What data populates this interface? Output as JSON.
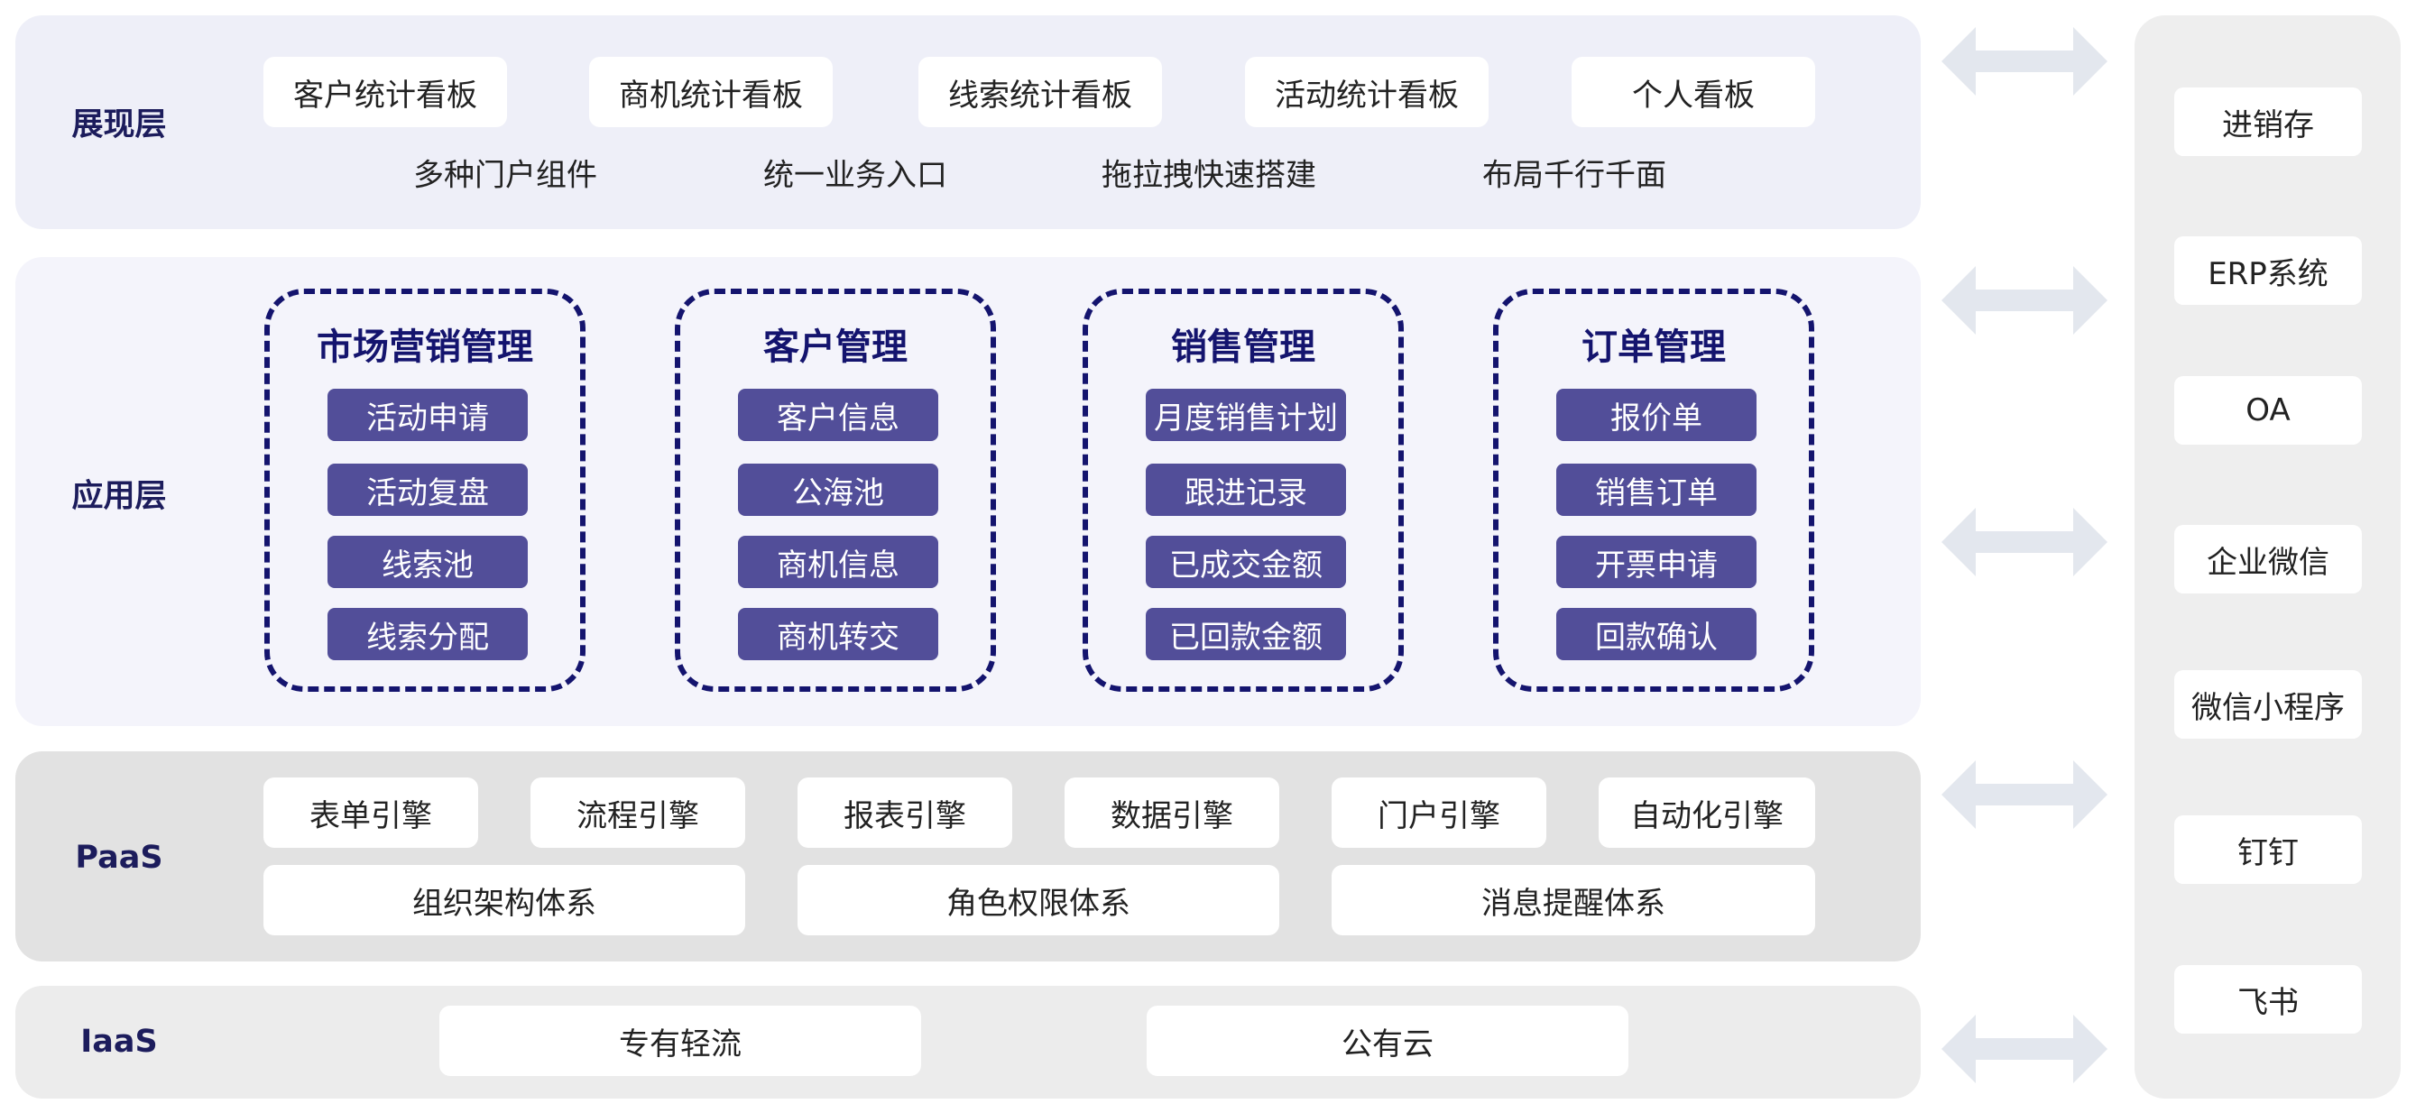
{
  "colors": {
    "presentation_bg": "#eeeff8",
    "application_bg": "#f4f4fb",
    "paas_bg": "#e2e2e2",
    "iaas_bg": "#ececec",
    "module_border": "#14146e",
    "pill_bg": "#524e99",
    "arrow": "#e3e7ee",
    "side_panel_bg": "#eeeeee"
  },
  "presentation": {
    "label": "展现层",
    "boards": [
      "客户统计看板",
      "商机统计看板",
      "线索统计看板",
      "活动统计看板",
      "个人看板"
    ],
    "features": [
      "多种门户组件",
      "统一业务入口",
      "拖拉拽快速搭建",
      "布局千行千面"
    ]
  },
  "application": {
    "label": "应用层",
    "modules": [
      {
        "title": "市场营销管理",
        "items": [
          "活动申请",
          "活动复盘",
          "线索池",
          "线索分配"
        ]
      },
      {
        "title": "客户管理",
        "items": [
          "客户信息",
          "公海池",
          "商机信息",
          "商机转交"
        ]
      },
      {
        "title": "销售管理",
        "items": [
          "月度销售计划",
          "跟进记录",
          "已成交金额",
          "已回款金额"
        ]
      },
      {
        "title": "订单管理",
        "items": [
          "报价单",
          "销售订单",
          "开票申请",
          "回款确认"
        ]
      }
    ]
  },
  "paas": {
    "label": "PaaS",
    "engines": [
      "表单引擎",
      "流程引擎",
      "报表引擎",
      "数据引擎",
      "门户引擎",
      "自动化引擎"
    ],
    "systems": [
      "组织架构体系",
      "角色权限体系",
      "消息提醒体系"
    ]
  },
  "iaas": {
    "label": "IaaS",
    "clouds": [
      "专有轻流",
      "公有云"
    ]
  },
  "integrations": {
    "arrow_icon": "double-arrow-icon",
    "items": [
      "进销存",
      "ERP系统",
      "OA",
      "企业微信",
      "微信小程序",
      "钉钉",
      "飞书"
    ]
  }
}
